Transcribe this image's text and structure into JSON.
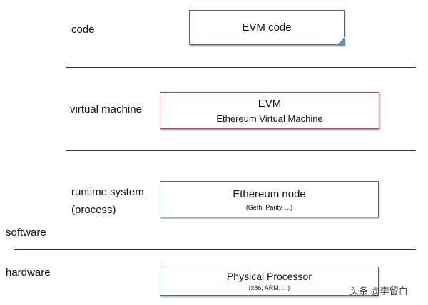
{
  "layers": [
    {
      "label": "code",
      "box_title": "EVM code"
    },
    {
      "label": "virtual machine",
      "box_title": "EVM",
      "box_subtitle": "Ethereum Virtual Machine"
    },
    {
      "label_line1": "runtime system",
      "label_line2": "(process)",
      "box_title": "Ethereum node",
      "box_subtitle": "(Geth, Parity, ...)"
    },
    {
      "label": "hardware",
      "box_title": "Physical Processor",
      "box_subtitle": "(x86, ARM, ...)"
    }
  ],
  "section_labels": {
    "software": "software",
    "hardware": "hardware"
  },
  "watermark": "头条 @李留白",
  "colors": {
    "blue_border": "#3b6f9a",
    "red_border": "#c8414f"
  }
}
